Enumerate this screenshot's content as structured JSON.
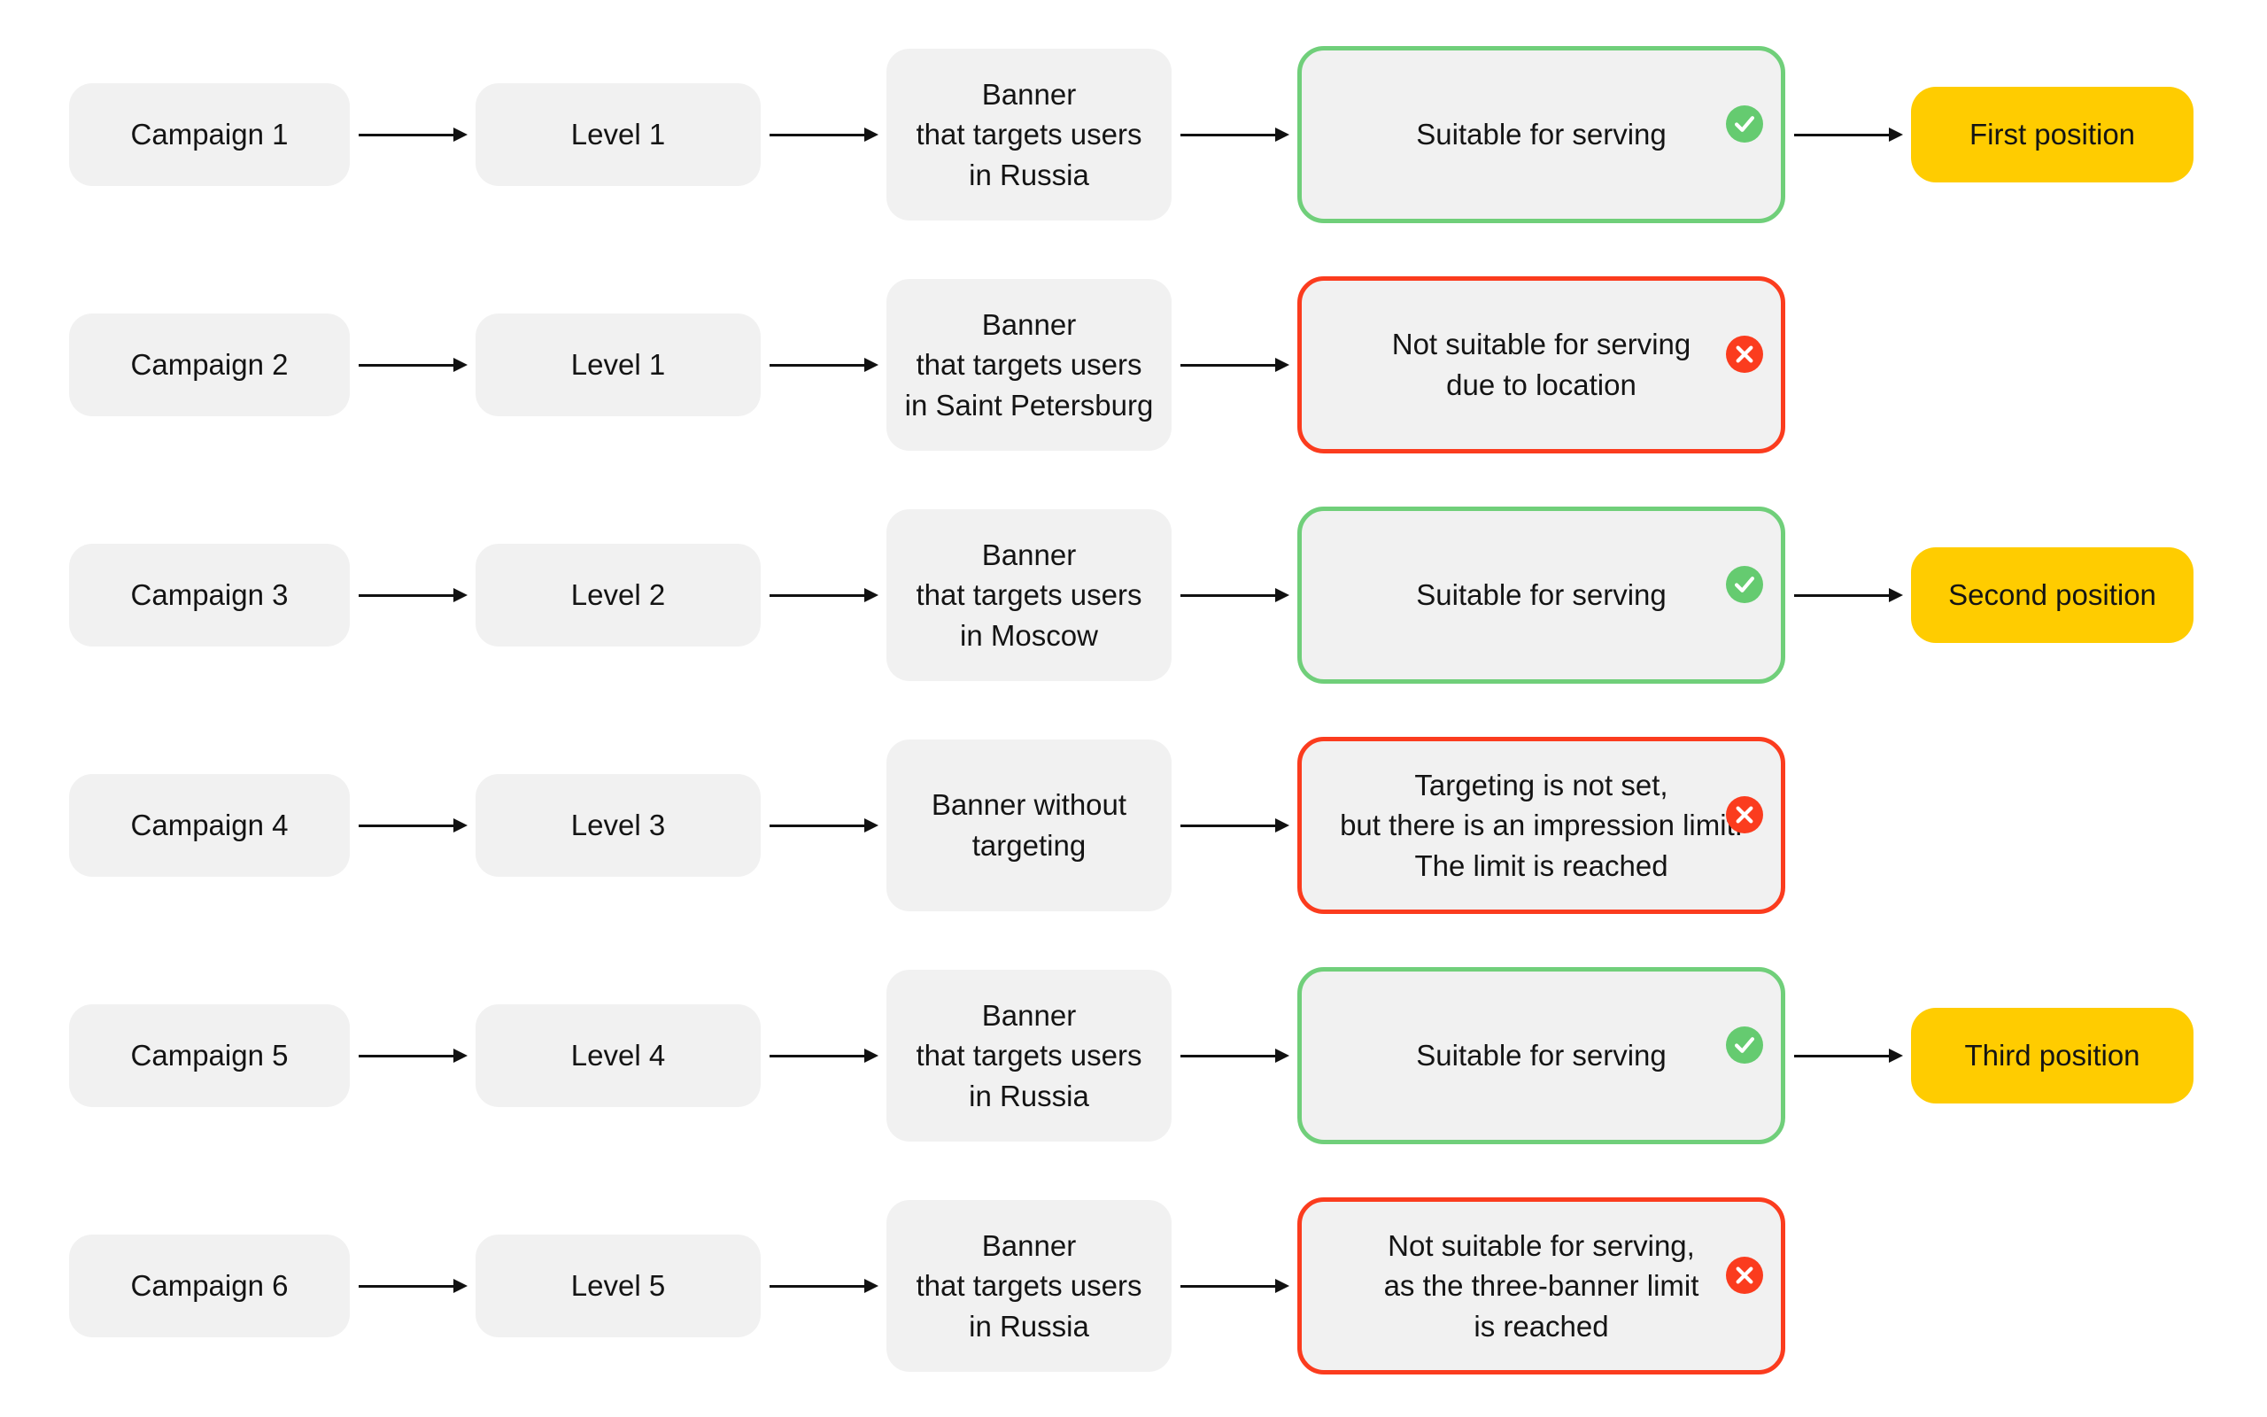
{
  "colors": {
    "box_bg": "#F1F1F1",
    "text": "#141414",
    "arrow": "#111111",
    "success_border": "#70CF7A",
    "success_icon": "#65CB70",
    "error_border": "#FB3C1E",
    "error_icon": "#FB3C1E",
    "position_bg": "#FFCC00"
  },
  "rows": [
    {
      "campaign": "Campaign 1",
      "level": "Level 1",
      "banner": "Banner\nthat targets users\nin Russia",
      "status": {
        "type": "success",
        "icon": "check-icon",
        "text": "Suitable for serving"
      },
      "position": "First position"
    },
    {
      "campaign": "Campaign 2",
      "level": "Level 1",
      "banner": "Banner\nthat targets users\nin Saint Petersburg",
      "status": {
        "type": "error",
        "icon": "cross-icon",
        "text": "Not suitable for serving\ndue to location"
      },
      "position": null
    },
    {
      "campaign": "Campaign 3",
      "level": "Level 2",
      "banner": "Banner\nthat targets users\nin Moscow",
      "status": {
        "type": "success",
        "icon": "check-icon",
        "text": "Suitable for serving"
      },
      "position": "Second position"
    },
    {
      "campaign": "Campaign 4",
      "level": "Level 3",
      "banner": "Banner without\ntargeting",
      "status": {
        "type": "error",
        "icon": "cross-icon",
        "text": "Targeting is not set,\nbut there is an impression limit.\nThe limit is reached"
      },
      "position": null
    },
    {
      "campaign": "Campaign 5",
      "level": "Level 4",
      "banner": "Banner\nthat targets users\nin Russia",
      "status": {
        "type": "success",
        "icon": "check-icon",
        "text": "Suitable for serving"
      },
      "position": "Third position"
    },
    {
      "campaign": "Campaign 6",
      "level": "Level 5",
      "banner": "Banner\nthat targets users\nin Russia",
      "status": {
        "type": "error",
        "icon": "cross-icon",
        "text": "Not suitable for serving,\nas the three-banner limit\nis reached"
      },
      "position": null
    }
  ]
}
